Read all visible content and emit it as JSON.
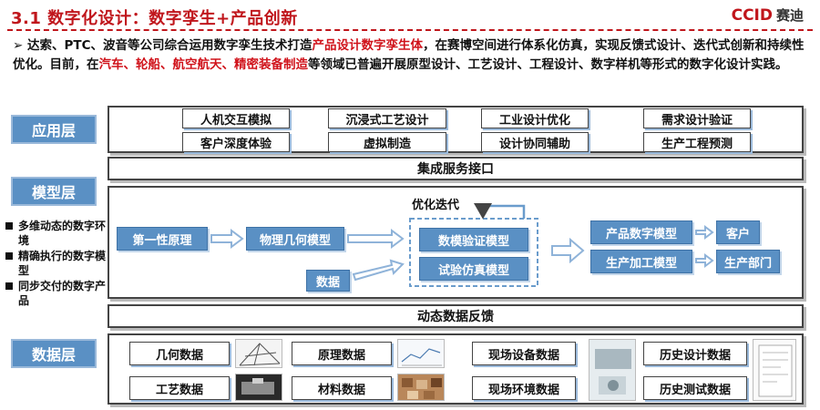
{
  "header": {
    "title": "3.1 数字化设计：数字孪生+产品创新",
    "logo_text": "CCID",
    "logo_cn": "赛迪"
  },
  "intro": {
    "arrow": "➢",
    "p1": " 达索、PTC、波音等公司综合运用数字孪生技术打造",
    "h1": "产品设计数字孪生体",
    "p2": "，在赛博空间进行体系化仿真，实现反馈式设计、迭代式创新和持续性优化。目前，在",
    "h2": "汽车、轮船、航空航天、精密装备制造",
    "p3": "等领域已普遍开展原型设计、工艺设计、工程设计、数字样机等形式的数字化设计实践。"
  },
  "layers": {
    "app": "应用层",
    "model": "模型层",
    "data": "数据层"
  },
  "app_items": [
    "人机交互模拟",
    "沉浸式工艺设计",
    "工业设计优化",
    "需求设计验证",
    "客户深度体验",
    "虚拟制造",
    "设计协同辅助",
    "生产工程预测"
  ],
  "bars": {
    "integration": "集成服务接口",
    "feedback": "动态数据反馈"
  },
  "model": {
    "first_principle": "第一性原理",
    "physical_geometry": "物理几何模型",
    "data": "数据",
    "loop_label": "优化迭代",
    "validation": "数模验证模型",
    "simulation": "试验仿真模型",
    "product_model": "产品数字模型",
    "production_model": "生产加工模型",
    "customer": "客户",
    "production_dept": "生产部门"
  },
  "bullets": [
    "多维动态的数字环境",
    "精确执行的数字模型",
    "同步交付的数字产品"
  ],
  "data_items": [
    "几何数据",
    "原理数据",
    "现场设备数据",
    "历史设计数据",
    "工艺数据",
    "材料数据",
    "现场环境数据",
    "历史测试数据"
  ],
  "colors": {
    "accent_red": "#c0161c",
    "highlight_red": "#d0131b",
    "label_blue": "#5a90c4",
    "arrow_blue": "#8fb3d9"
  }
}
